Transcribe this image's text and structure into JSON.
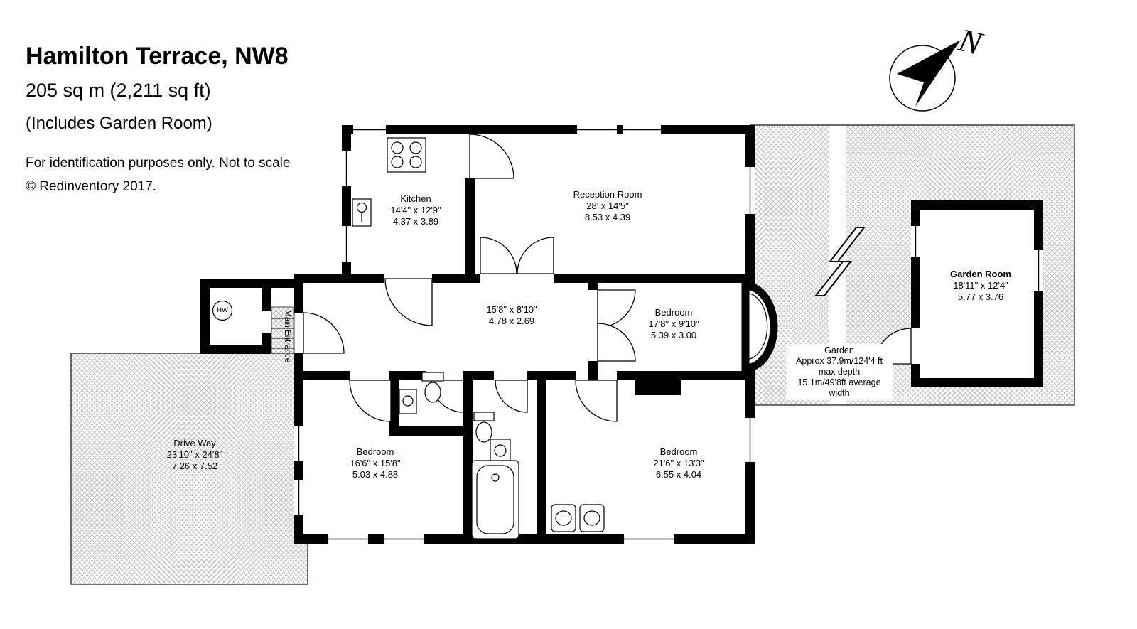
{
  "header": {
    "title": "Hamilton Terrace, NW8",
    "area": "205 sq m (2,211 sq ft)",
    "includes": "(Includes Garden Room)",
    "disclaimer": "For identification purposes only. Not to scale",
    "copyright": "© Redinventory 2017."
  },
  "compass": {
    "north_label": "N"
  },
  "rooms": {
    "kitchen": {
      "name": "Kitchen",
      "imperial": "14'4\" x 12'9\"",
      "metric": "4.37 x 3.89"
    },
    "reception": {
      "name": "Reception Room",
      "imperial": "28' x 14'5\"",
      "metric": "8.53 x 4.39"
    },
    "hallway": {
      "imperial": "15'8\" x 8'10\"",
      "metric": "4.78 x 2.69"
    },
    "bedroom_middle": {
      "name": "Bedroom",
      "imperial": "17'8\" x 9'10\"",
      "metric": "5.39 x 3.00"
    },
    "bedroom_left": {
      "name": "Bedroom",
      "imperial": "16'6\" x 15'8\"",
      "metric": "5.03 x 4.88"
    },
    "bedroom_right": {
      "name": "Bedroom",
      "imperial": "21'6\" x 13'3\"",
      "metric": "6.55 x 4.04"
    },
    "garden_room": {
      "name": "Garden Room",
      "imperial": "18'11\" x 12'4\"",
      "metric": "5.77 x 3.76"
    },
    "garden": {
      "name": "Garden",
      "line1": "Approx 37.9m/124'4 ft",
      "line2": "max depth",
      "line3": "15.1m/49'8ft average",
      "line4": "width"
    },
    "driveway": {
      "name": "Drive Way",
      "imperial": "23'10\" x 24'8\"",
      "metric": "7.26 x 7.52"
    },
    "main_entrance": {
      "label": "Main Entrance"
    },
    "hot_water": {
      "label": "HW"
    }
  },
  "colors": {
    "wall": "#000000",
    "hatch": "#c4c4c4",
    "background": "#ffffff"
  }
}
